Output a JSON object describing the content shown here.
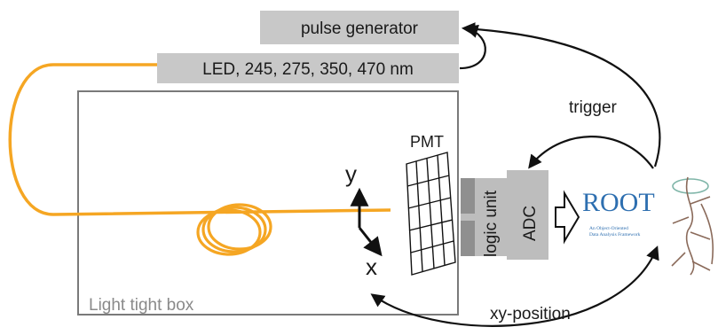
{
  "boxes": {
    "pulse_generator": "pulse generator",
    "led": "LED, 245, 275, 350, 470 nm",
    "light_tight_box": "Light tight box",
    "logic_unit": "logic unit",
    "adc": "ADC"
  },
  "labels": {
    "pmt": "PMT",
    "trigger": "trigger",
    "xy_position": "xy-position",
    "axis_y": "y",
    "axis_x": "x"
  },
  "root_logo": {
    "word": "ROOT",
    "subtitle_line1": "An Object-Oriented",
    "subtitle_line2": "Data Analysis Framework"
  },
  "colors": {
    "fiber": "#f5a623",
    "box_fill": "#c8c8c8",
    "module_fill": "#a9a9a9",
    "root_blue": "#2e6fb0"
  }
}
